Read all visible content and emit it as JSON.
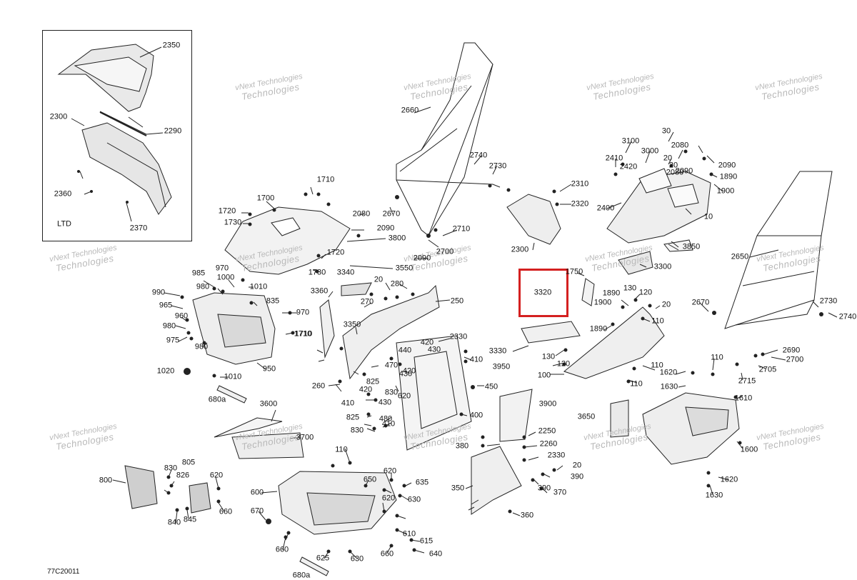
{
  "drawing_code": "77C20011",
  "watermark": {
    "line1": "vNext Technologies",
    "line2": "Technologies"
  },
  "callouts": [
    "2350",
    "2300",
    "2290",
    "2360",
    "2370",
    "LTD",
    "1710",
    "1700",
    "1720",
    "1730",
    "2080",
    "2090",
    "3800",
    "1720",
    "1730",
    "3550",
    "970",
    "985",
    "1000",
    "980",
    "1010",
    "990",
    "965",
    "960",
    "980",
    "975",
    "980",
    "1710",
    "835",
    "970",
    "1710",
    "950",
    "1020",
    "1010",
    "680a",
    "3340",
    "3360",
    "20",
    "280",
    "270",
    "250",
    "3350",
    "260",
    "2660",
    "2740",
    "2730",
    "2670",
    "2710",
    "2090",
    "2700",
    "2310",
    "2320",
    "2300",
    "30",
    "3100",
    "3000",
    "2080",
    "2410",
    "2420",
    "20",
    "2090",
    "20",
    "2080",
    "1890",
    "2090",
    "1900",
    "2400",
    "10",
    "3850",
    "3300",
    "1750",
    "3320",
    "1890",
    "1900",
    "130",
    "120",
    "20",
    "1890",
    "110",
    "3330",
    "130",
    "120",
    "100",
    "110",
    "110",
    "1620",
    "1630",
    "2650",
    "2670",
    "2730",
    "2740",
    "2690",
    "2700",
    "2705",
    "2715",
    "110",
    "1610",
    "2330",
    "440",
    "420",
    "430",
    "410",
    "470",
    "420",
    "430",
    "825",
    "420",
    "830",
    "620",
    "410",
    "430",
    "825",
    "480",
    "830",
    "410",
    "450",
    "400",
    "3950",
    "3900",
    "3600",
    "3700",
    "3650",
    "1600",
    "1620",
    "1630",
    "2250",
    "380",
    "2260",
    "2330",
    "20",
    "390",
    "390",
    "370",
    "350",
    "360",
    "800",
    "830",
    "826",
    "805",
    "840",
    "845",
    "620",
    "660",
    "110",
    "600",
    "670",
    "650",
    "620",
    "635",
    "630",
    "620",
    "610",
    "615",
    "640",
    "660",
    "625",
    "630",
    "660",
    "680a"
  ]
}
